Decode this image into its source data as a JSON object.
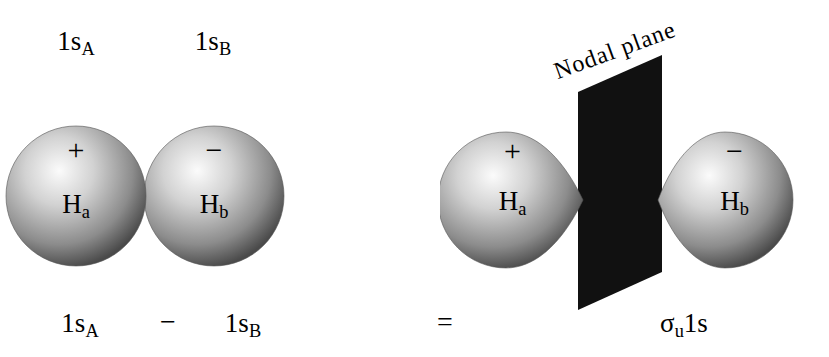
{
  "diagram": {
    "nodes": [
      {
        "text": [
          "+",
          "Ha"
        ]
      },
      {
        "text": [
          "−",
          "Hb"
        ]
      },
      {
        "text": [
          "+",
          "Ha"
        ]
      },
      {
        "text": [
          "−",
          "Hb"
        ]
      }
    ],
    "labels": [
      "1sA",
      "1sB",
      "Nodal plane",
      "1sA",
      "−",
      "1sB",
      "=",
      "σu1s"
    ]
  }
}
